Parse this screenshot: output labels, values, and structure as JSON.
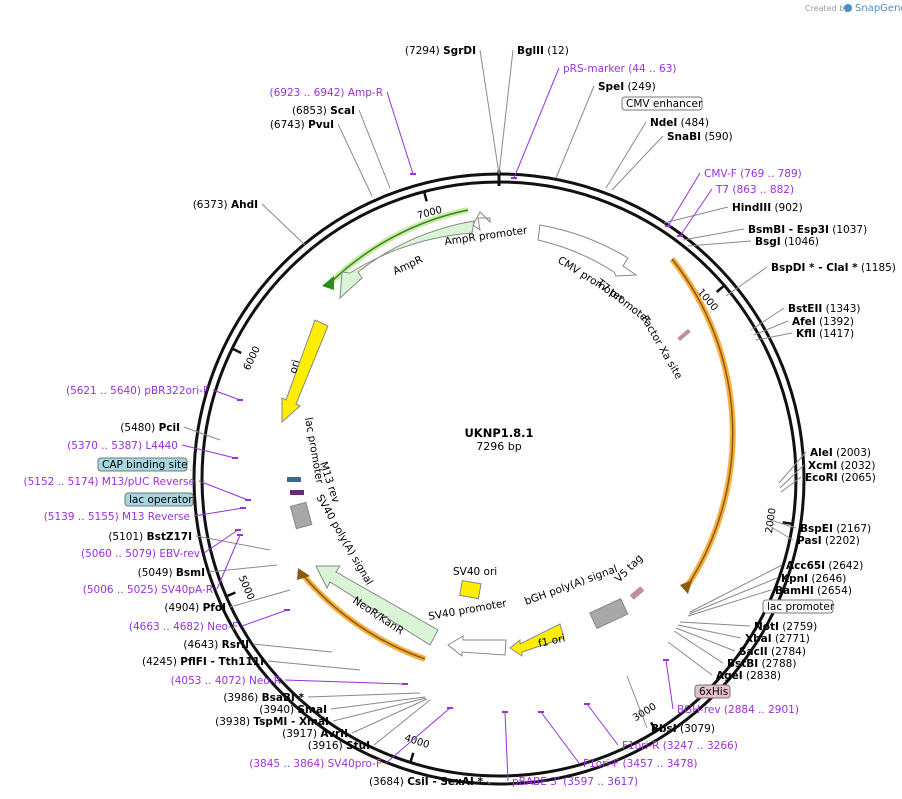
{
  "plasmid": {
    "name": "UKNP1.8.1",
    "size_label": "7296 bp"
  },
  "credit": {
    "created_by": "Created by",
    "brand": "SnapGene"
  },
  "ticks": [
    "1000",
    "2000",
    "3000",
    "4000",
    "5000",
    "6000",
    "7000"
  ],
  "enzymes": [
    {
      "pos": "(7294)",
      "name": "SgrDI"
    },
    {
      "pos": "(12)",
      "name": "BglII"
    },
    {
      "pos": "(249)",
      "name": "SpeI"
    },
    {
      "pos": "(484)",
      "name": "NdeI"
    },
    {
      "pos": "(590)",
      "name": "SnaBI"
    },
    {
      "pos": "(902)",
      "name": "HindIII"
    },
    {
      "pos": "(1037)",
      "name": "BsmBI - Esp3I"
    },
    {
      "pos": "(1046)",
      "name": "BsgI"
    },
    {
      "pos": "(1185)",
      "name": "BspDI * - ClaI *"
    },
    {
      "pos": "(1343)",
      "name": "BstEII"
    },
    {
      "pos": "(1392)",
      "name": "AfeI"
    },
    {
      "pos": "(1417)",
      "name": "KflI"
    },
    {
      "pos": "(2003)",
      "name": "AleI"
    },
    {
      "pos": "(2032)",
      "name": "XcmI"
    },
    {
      "pos": "(2065)",
      "name": "EcoRI"
    },
    {
      "pos": "(2167)",
      "name": "BspEI"
    },
    {
      "pos": "(2202)",
      "name": "PasI"
    },
    {
      "pos": "(2642)",
      "name": "Acc65I"
    },
    {
      "pos": "(2646)",
      "name": "KpnI"
    },
    {
      "pos": "(2654)",
      "name": "BamHI"
    },
    {
      "pos": "(2759)",
      "name": "NotI"
    },
    {
      "pos": "(2771)",
      "name": "XbaI"
    },
    {
      "pos": "(2784)",
      "name": "SacII"
    },
    {
      "pos": "(2788)",
      "name": "BstBI"
    },
    {
      "pos": "(2838)",
      "name": "AgeI"
    },
    {
      "pos": "(3079)",
      "name": "BbsI"
    },
    {
      "pos": "(3684)",
      "name": "CsiI - SexAI *"
    },
    {
      "pos": "(3916)",
      "name": "StuI"
    },
    {
      "pos": "(3917)",
      "name": "AvrII"
    },
    {
      "pos": "(3938)",
      "name": "TspMI - XmaI"
    },
    {
      "pos": "(3940)",
      "name": "SmaI"
    },
    {
      "pos": "(3986)",
      "name": "BsaBI *"
    },
    {
      "pos": "(4245)",
      "name": "PflFI - Tth111I"
    },
    {
      "pos": "(4643)",
      "name": "RsrII"
    },
    {
      "pos": "(4904)",
      "name": "PfoI"
    },
    {
      "pos": "(5049)",
      "name": "BsmI"
    },
    {
      "pos": "(5101)",
      "name": "BstZ17I"
    },
    {
      "pos": "(5480)",
      "name": "PciI"
    },
    {
      "pos": "(6373)",
      "name": "AhdI"
    },
    {
      "pos": "(6743)",
      "name": "PvuI"
    },
    {
      "pos": "(6853)",
      "name": "ScaI"
    }
  ],
  "primers": [
    {
      "name": "pRS-marker",
      "range": "(44 .. 63)"
    },
    {
      "name": "CMV-F",
      "range": "(769 .. 789)"
    },
    {
      "name": "T7",
      "range": "(863 .. 882)"
    },
    {
      "name": "BGH-rev",
      "range": "(2884 .. 2901)"
    },
    {
      "name": "F1ori-R",
      "range": "(3247 .. 3266)"
    },
    {
      "name": "F1ori-F",
      "range": "(3457 .. 3478)"
    },
    {
      "name": "pBABE 3'",
      "range": "(3597 .. 3617)"
    },
    {
      "name": "SV40pro-F",
      "range": "(3845 .. 3864)"
    },
    {
      "name": "Neo-R",
      "range": "(4053 .. 4072)"
    },
    {
      "name": "Neo-F",
      "range": "(4663 .. 4682)"
    },
    {
      "name": "SV40pA-R",
      "range": "(5006 .. 5025)"
    },
    {
      "name": "EBV-rev",
      "range": "(5060 .. 5079)"
    },
    {
      "name": "M13 Reverse",
      "range": "(5139 .. 5155)"
    },
    {
      "name": "M13/pUC Reverse",
      "range": "(5152 .. 5174)"
    },
    {
      "name": "L4440",
      "range": "(5370 .. 5387)"
    },
    {
      "name": "pBR322ori-F",
      "range": "(5621 .. 5640)"
    },
    {
      "name": "Amp-R",
      "range": "(6923 .. 6942)"
    }
  ],
  "boxed_labels": [
    "CMV enhancer",
    "lac promoter",
    "6xHis",
    "CAP binding site",
    "lac operator"
  ],
  "features": {
    "cmv_promoter": "CMV promoter",
    "t7_promoter": "T7 promoter",
    "factor_xa": "Factor Xa site",
    "ampr_promoter": "AmpR promoter",
    "ampr": "AmpR",
    "ori": "ori",
    "lac_promoter": "lac promoter",
    "m13_rev": "M13 rev",
    "sv40_polya": "SV40 poly(A) signal",
    "neo_kan": "NeoR/KanR",
    "sv40_promoter": "SV40 promoter",
    "sv40_ori": "SV40 ori",
    "f1_ori": "f1 ori",
    "bgh_polya": "bGH poly(A) signal",
    "v5_tag": "V5 tag"
  },
  "colors": {
    "backbone": "#111111",
    "enzyme_line": "#8a8a8a",
    "primer": "#9b30d9",
    "promoter_fill": "#ffffff",
    "cds_fill": "#d9f5d6",
    "ori_fill": "#ffee00",
    "polya_fill": "#a8a8a8",
    "orange_band": "#f6b041",
    "green_line": "#2c8a1f",
    "box_blue": "#a6d6e0",
    "box_pink": "#e8c0cc"
  }
}
